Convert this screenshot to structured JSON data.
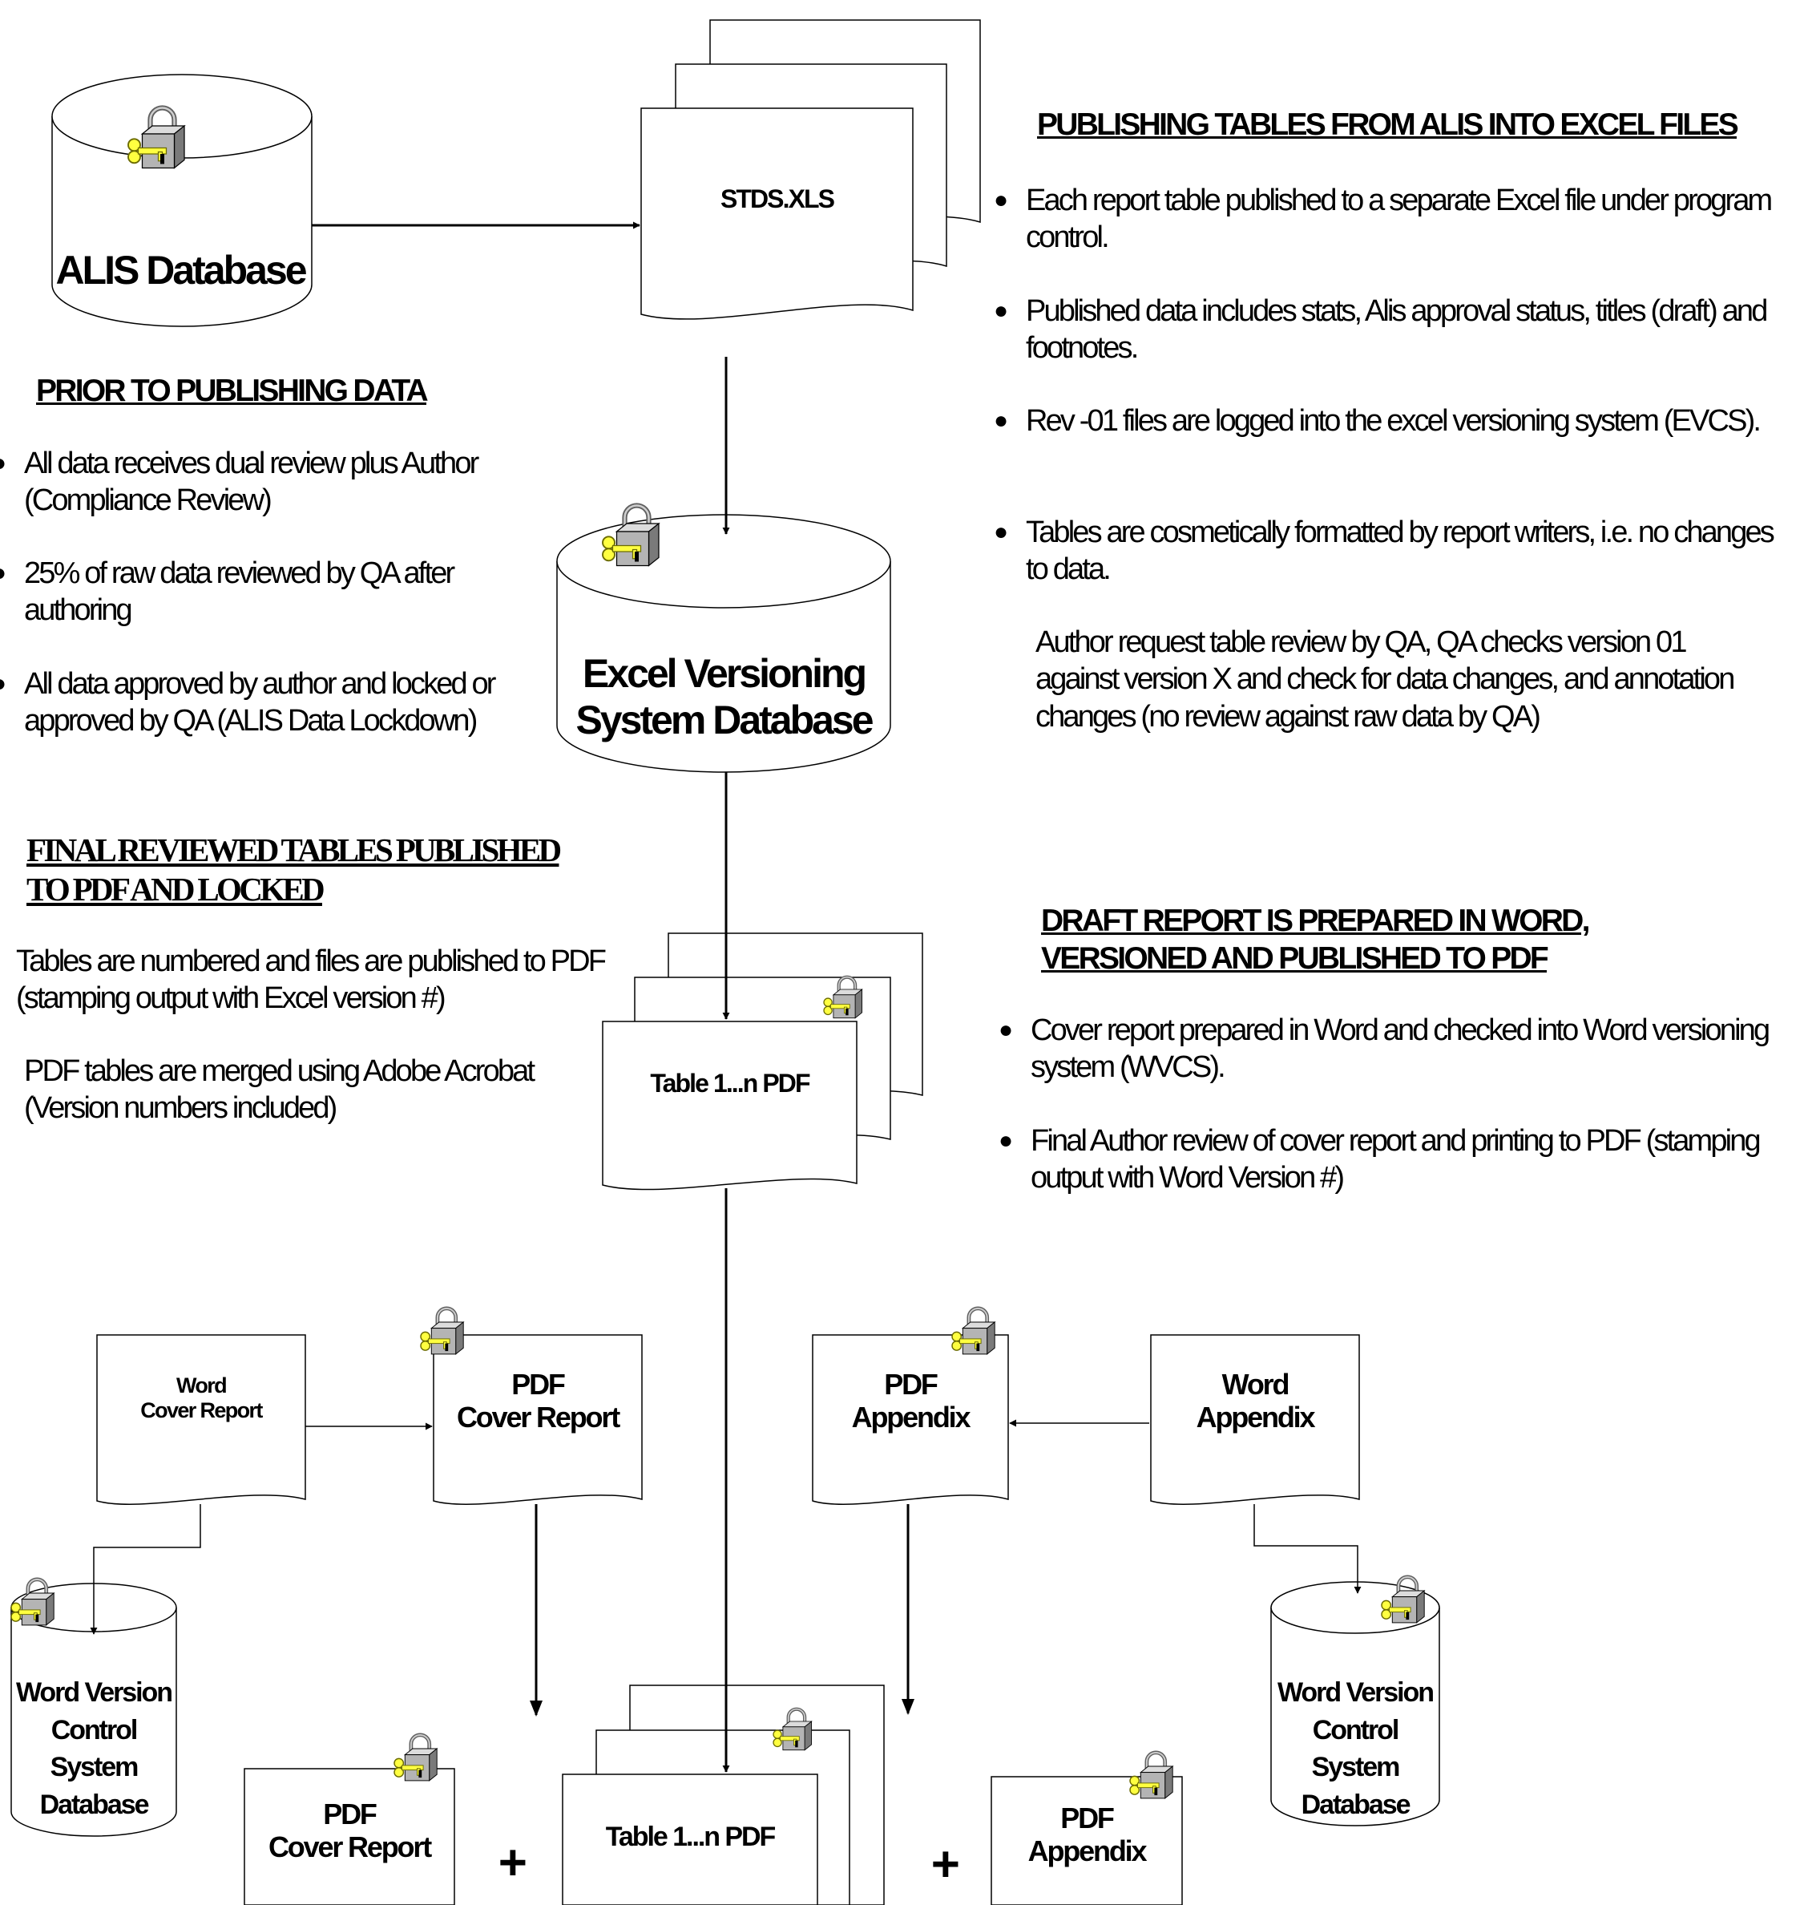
{
  "diagram": {
    "stores": {
      "alis_db": "ALIS Database",
      "evcs_db_line1": "Excel Versioning",
      "evcs_db_line2": "System Database",
      "word_db_left": [
        "Word Version",
        "Control",
        "System",
        "Database"
      ],
      "word_db_right": [
        "Word Version",
        "Control",
        "System",
        "Database"
      ]
    },
    "documents": {
      "stds_xls": "STDS.XLS",
      "tables_pdf_mid": "Table 1...n PDF",
      "word_cover_report": [
        "Word",
        "Cover Report"
      ],
      "pdf_cover_report": [
        "PDF",
        "Cover Report"
      ],
      "pdf_appendix": [
        "PDF",
        "Appendix"
      ],
      "word_appendix": [
        "Word",
        "Appendix"
      ],
      "final_pdf_cover_report": [
        "PDF",
        "Cover Report"
      ],
      "final_tables_pdf": "Table 1...n PDF",
      "final_pdf_appendix": [
        "PDF",
        "Appendix"
      ]
    },
    "operators": {
      "plus1": "+",
      "plus2": "+"
    },
    "sections": {
      "publishing_tables": {
        "heading": "PUBLISHING TABLES FROM ALIS INTO EXCEL FILES",
        "bullets": [
          "Each report table published to a separate Excel file under program control.",
          "Published data includes stats, Alis approval status, titles (draft) and footnotes.",
          "Rev -01 files are logged into the excel versioning system (EVCS).",
          "Tables are cosmetically formatted by report writers, i.e. no changes to data."
        ],
        "note": "Author request table review by QA, QA checks version 01 against  version X and check for data changes, and annotation changes  (no review against raw data by QA)"
      },
      "prior_to_publishing": {
        "heading": "PRIOR TO PUBLISHING DATA",
        "bullets": [
          "All data receives dual review plus Author (Compliance Review)",
          "25% of raw data reviewed by QA after authoring",
          "All data approved by author and locked or approved by QA (ALIS Data Lockdown)"
        ]
      },
      "final_reviewed": {
        "heading_line1": "FINAL REVIEWED TABLES PUBLISHED",
        "heading_line2": "TO PDF AND LOCKED",
        "items": [
          "Tables are numbered and files are published to PDF (stamping output with Excel version #)",
          "PDF tables are merged using Adobe Acrobat (Version numbers included)"
        ]
      },
      "draft_report": {
        "heading_line1": "DRAFT REPORT IS PREPARED IN WORD,",
        "heading_line2": "VERSIONED AND  PUBLISHED TO PDF",
        "bullets": [
          "Cover report prepared in Word and checked into Word versioning system (WVCS).",
          "Final Author review of cover report and printing to PDF (stamping output with Word Version #)"
        ]
      }
    }
  }
}
